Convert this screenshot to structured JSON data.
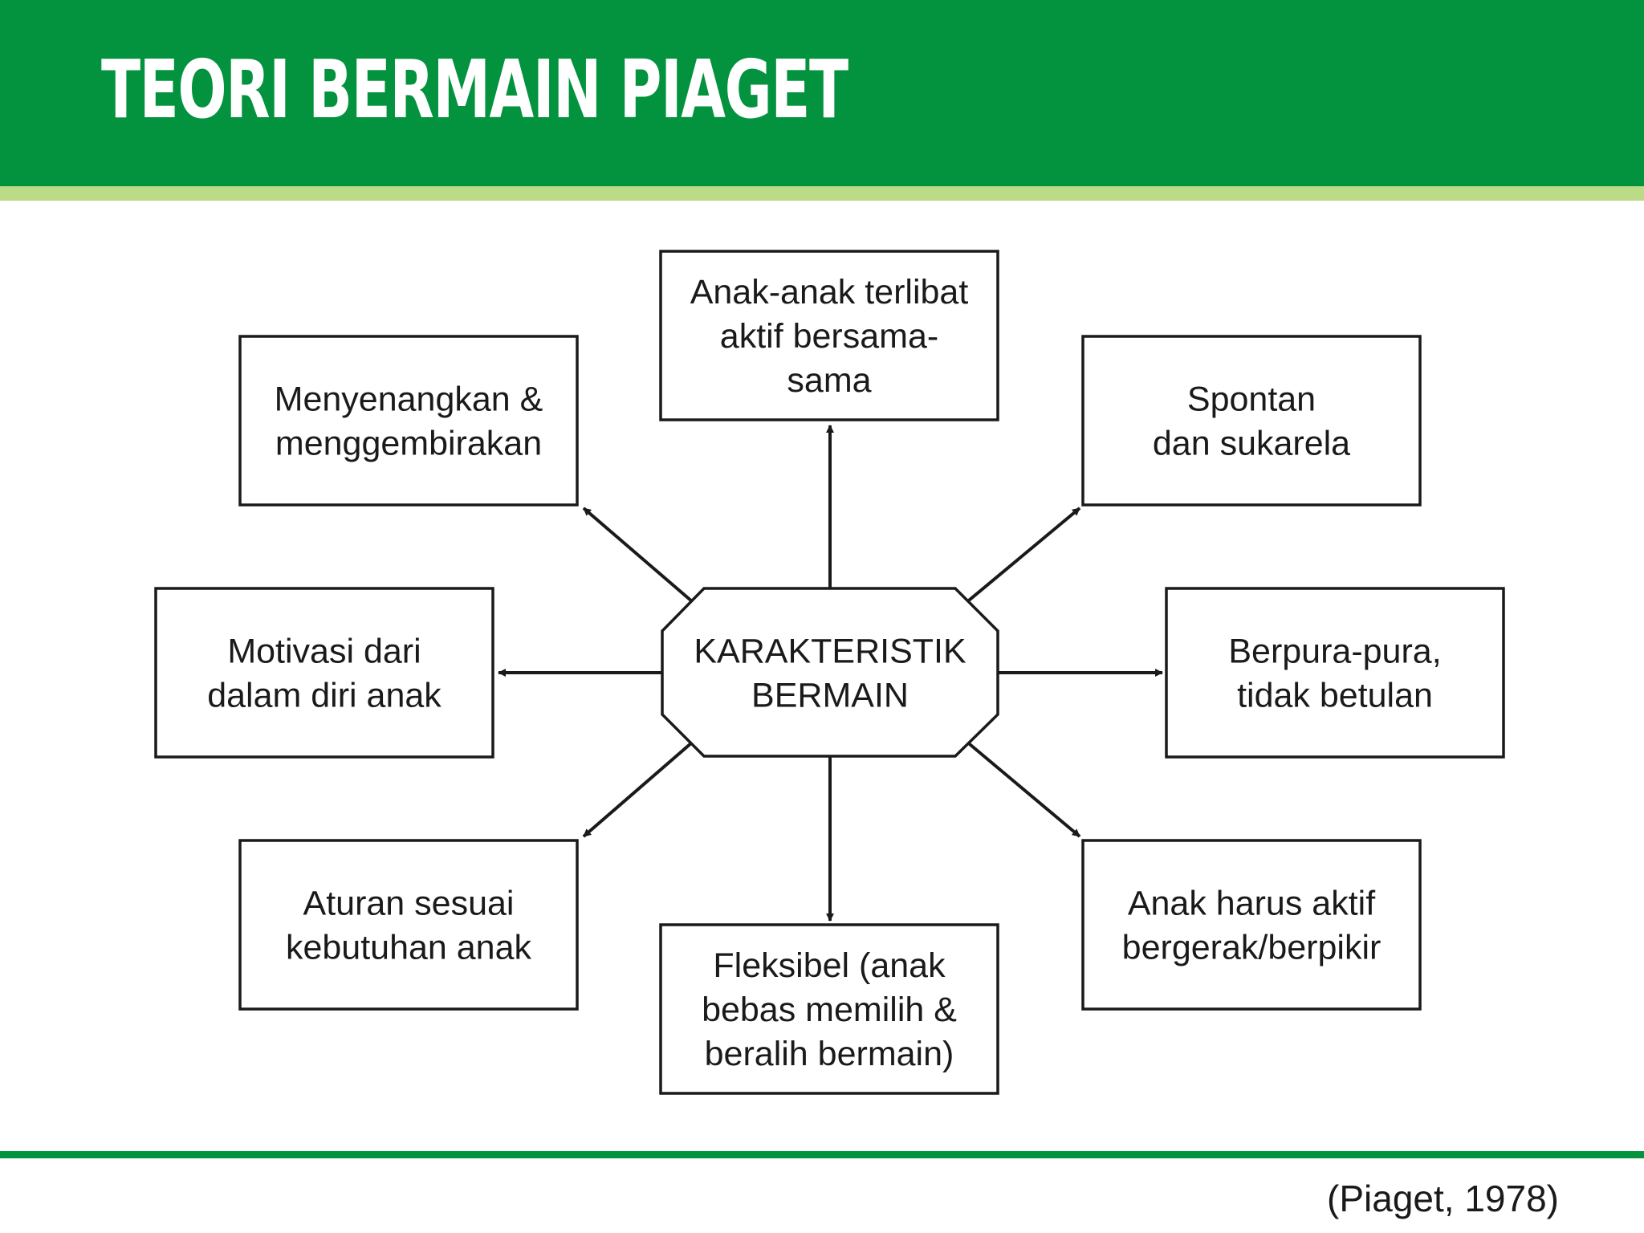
{
  "slide": {
    "title": "TEORI BERMAIN PIAGET",
    "citation": "(Piaget, 1978)",
    "colors": {
      "header": "#03923e",
      "accent": "#bcdb86",
      "footer": "#03923e"
    }
  },
  "diagram": {
    "center": {
      "lines": [
        "KARAKTERISTIK",
        "BERMAIN"
      ]
    },
    "nodes": [
      {
        "id": "top",
        "lines": [
          "Anak-anak terlibat",
          "aktif bersama-",
          "sama"
        ]
      },
      {
        "id": "top-left",
        "lines": [
          "Menyenangkan &",
          "menggembirakan"
        ]
      },
      {
        "id": "top-right",
        "lines": [
          "Spontan",
          "dan sukarela"
        ]
      },
      {
        "id": "left",
        "lines": [
          "Motivasi dari",
          "dalam diri anak"
        ]
      },
      {
        "id": "right",
        "lines": [
          "Berpura-pura,",
          "tidak betulan"
        ]
      },
      {
        "id": "bottom-left",
        "lines": [
          "Aturan sesuai",
          "kebutuhan anak"
        ]
      },
      {
        "id": "bottom",
        "lines": [
          "Fleksibel (anak",
          "bebas memilih &",
          "beralih bermain)"
        ]
      },
      {
        "id": "bottom-right",
        "lines": [
          "Anak harus aktif",
          "bergerak/berpikir"
        ]
      }
    ]
  }
}
